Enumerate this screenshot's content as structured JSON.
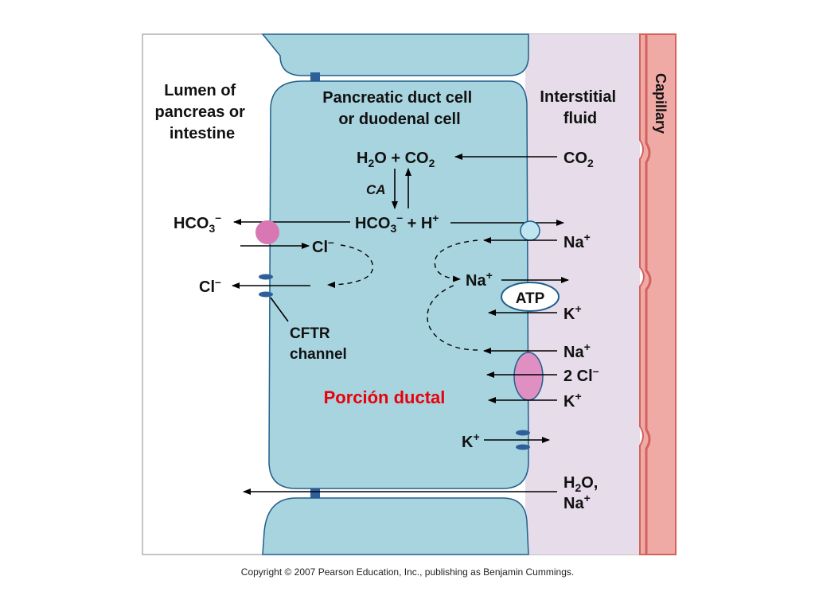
{
  "labels": {
    "lumen": [
      "Lumen of",
      "pancreas or",
      "intestine"
    ],
    "cell": [
      "Pancreatic duct cell",
      "or duodenal cell"
    ],
    "interstitial": [
      "Interstitial",
      "fluid"
    ],
    "capillary": "Capillary",
    "cftr": [
      "CFTR",
      "channel"
    ],
    "ca": "CA",
    "atp": "ATP",
    "porcion": "Porción ductal"
  },
  "chemistry": {
    "h2o_plus_co2": {
      "h": "H",
      "two_a": "2",
      "o_plus_co": "O + CO",
      "two_b": "2"
    },
    "co2_right": {
      "co": "CO",
      "two": "2"
    },
    "hco3_left": {
      "hco": "HCO",
      "three": "3",
      "minus": "–"
    },
    "hco3_center": {
      "hco": "HCO",
      "three": "3",
      "minus": "–",
      "plus_h": " + H",
      "plus": "+"
    },
    "cl_cell": {
      "text": "Cl",
      "minus": "–"
    },
    "cl_lumen": {
      "text": "Cl",
      "minus": "–"
    },
    "na_right": {
      "text": "Na",
      "plus": "+"
    },
    "na_cell": {
      "text": "Na",
      "plus": "+"
    },
    "k_right_1": {
      "text": "K",
      "plus": "+"
    },
    "na_right_2": {
      "text": "Na",
      "plus": "+"
    },
    "cl2_right": {
      "text": "2 Cl",
      "minus": "–"
    },
    "k_right_2": {
      "text": "K",
      "plus": "+"
    },
    "k_lower": {
      "text": "K",
      "plus": "+"
    },
    "h2o_na": {
      "h": "H",
      "two": "2",
      "o": "O,",
      "na": "Na",
      "plus": "+"
    }
  },
  "colors": {
    "cell_fill": "#a8d4df",
    "cell_stroke": "#1f5f8b",
    "interstitial": "#e6dcea",
    "capillary": "#f0aaa6",
    "capillary_edge": "#d2625e",
    "transporter_magenta": "#d977b4",
    "transporter_nkcc": "#e08fc2",
    "label_red": "#e8000b"
  },
  "copyright": "Copyright © 2007 Pearson Education, Inc., publishing as Benjamin Cummings."
}
